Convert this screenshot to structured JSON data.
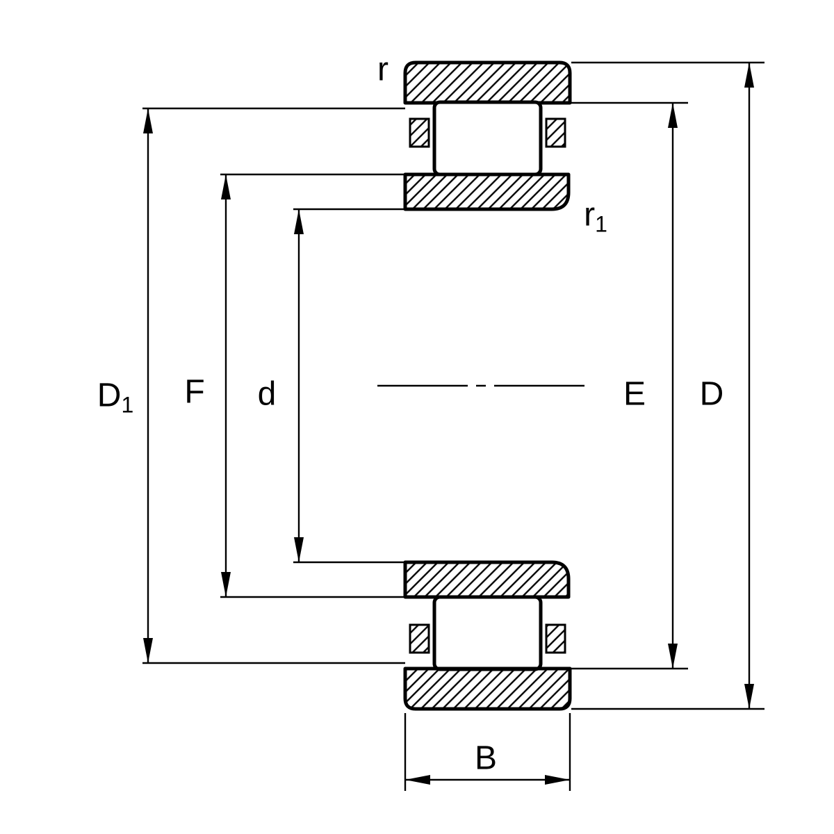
{
  "colors": {
    "ink": "#000000",
    "paper": "#ffffff"
  },
  "labels": {
    "r": {
      "base": "r",
      "sub": ""
    },
    "r1": {
      "base": "r",
      "sub": "1"
    },
    "D1": {
      "base": "D",
      "sub": "1"
    },
    "F": {
      "base": "F",
      "sub": ""
    },
    "d": {
      "base": "d",
      "sub": ""
    },
    "E": {
      "base": "E",
      "sub": ""
    },
    "D": {
      "base": "D",
      "sub": ""
    },
    "B": {
      "base": "B",
      "sub": ""
    }
  }
}
